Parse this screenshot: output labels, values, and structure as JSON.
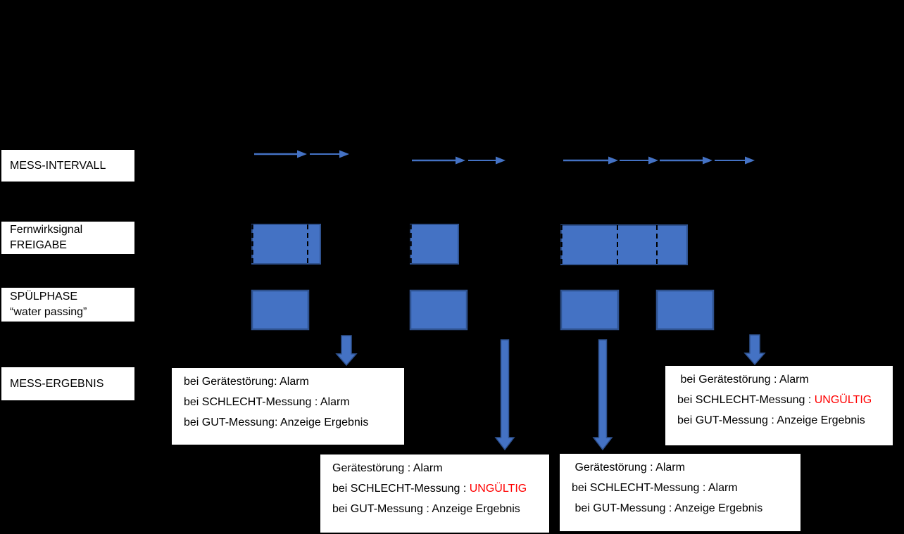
{
  "colors": {
    "background": "#000000",
    "panel": "#FFFFFF",
    "shape_blue": "#4472C4",
    "shape_border": "#2F528F",
    "text": "#000000",
    "alert_red": "#FF0000"
  },
  "row_labels": {
    "mess_intervall": "MESS-INTERVALL",
    "fernwirksignal_line1": "Fernwirksignal",
    "fernwirksignal_line2": "FREIGABE",
    "spuelphase_line1": "SPÜLPHASE",
    "spuelphase_line2": "“water passing”",
    "mess_ergebnis": "MESS-ERGEBNIS"
  },
  "result_boxes": {
    "box1": {
      "line1": "bei Gerätestörung: Alarm",
      "line2": "bei SCHLECHT-Messung : Alarm",
      "line3": "bei GUT-Messung: Anzeige Ergebnis"
    },
    "box2": {
      "line1": "Gerätestörung : Alarm",
      "line2_prefix": "bei SCHLECHT-Messung : ",
      "line2_highlight": "UNGÜLTIG",
      "line3": "bei GUT-Messung : Anzeige Ergebnis"
    },
    "box3": {
      "line1": " Gerätestörung : Alarm",
      "line2": "bei SCHLECHT-Messung : Alarm",
      "line3": " bei GUT-Messung : Anzeige Ergebnis"
    },
    "box4": {
      "line1": " bei Gerätestörung : Alarm",
      "line2_prefix": "bei SCHLECHT-Messung : ",
      "line2_highlight": "UNGÜLTIG",
      "line3": "bei GUT-Messung : Anzeige Ergebnis"
    }
  }
}
